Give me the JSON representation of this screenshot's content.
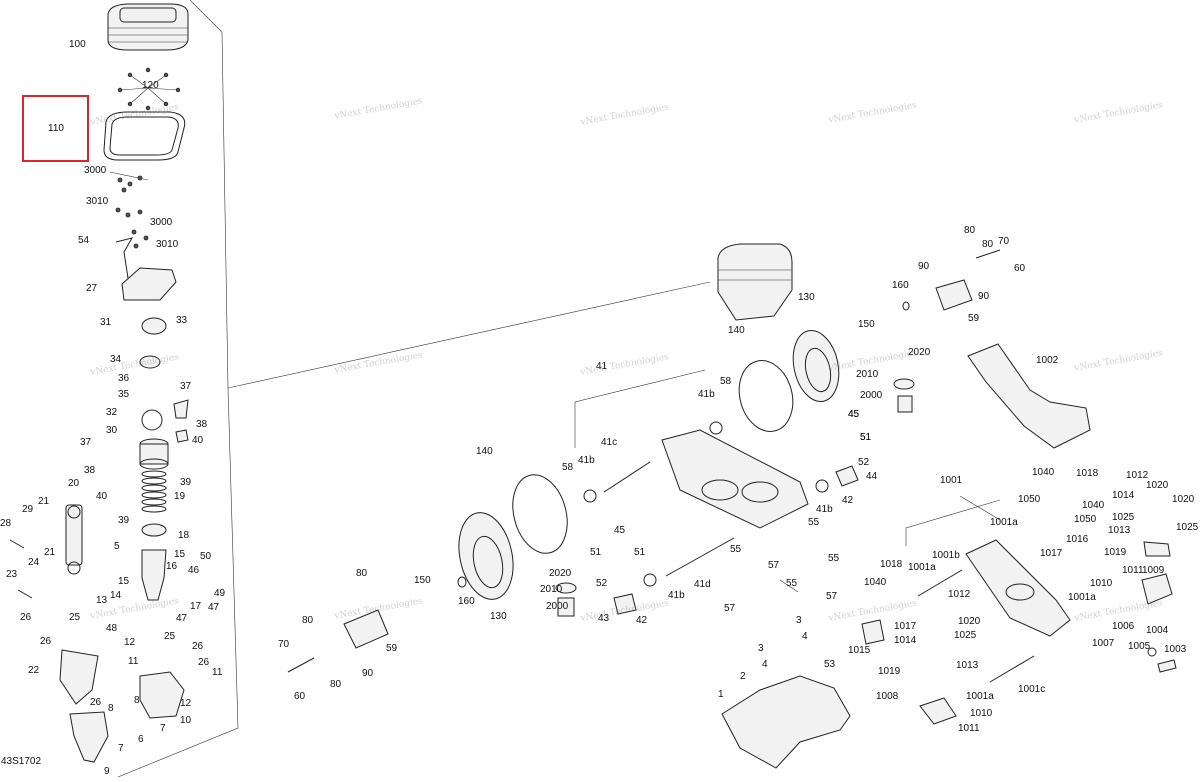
{
  "diagram": {
    "drawing_code": "43S1702",
    "watermark": "vNext Technologies",
    "highlighted_label": "110",
    "labels": [
      "100",
      "120",
      "110",
      "3000",
      "3010",
      "3000",
      "3010",
      "54",
      "27",
      "31",
      "33",
      "34",
      "36",
      "35",
      "37",
      "32",
      "38",
      "40",
      "30",
      "37",
      "39",
      "38",
      "19",
      "40",
      "39",
      "18",
      "20",
      "21",
      "29",
      "28",
      "5",
      "15",
      "24",
      "21",
      "16",
      "50",
      "23",
      "46",
      "14",
      "15",
      "49",
      "13",
      "17",
      "47",
      "25",
      "47",
      "48",
      "26",
      "25",
      "26",
      "12",
      "11",
      "26",
      "26",
      "22",
      "11",
      "12",
      "10",
      "8",
      "7",
      "26",
      "6",
      "7",
      "8",
      "9",
      "150",
      "80",
      "160",
      "130",
      "80",
      "70",
      "59",
      "90",
      "80",
      "60",
      "140",
      "41",
      "58",
      "41b",
      "41b",
      "41c",
      "58",
      "45",
      "51",
      "51",
      "2020",
      "52",
      "2010",
      "43",
      "2000",
      "42",
      "41b",
      "41d",
      "55",
      "57",
      "55",
      "57",
      "45",
      "51",
      "140",
      "130",
      "150",
      "160",
      "2020",
      "2010",
      "2000",
      "80",
      "80",
      "70",
      "90",
      "90",
      "60",
      "59",
      "1002",
      "45",
      "51",
      "52",
      "44",
      "41b",
      "42",
      "55",
      "55",
      "57",
      "3",
      "4",
      "3",
      "4",
      "53",
      "2",
      "1",
      "1001",
      "1001a",
      "1001b",
      "1001a",
      "1018",
      "1040",
      "1017",
      "1012",
      "1020",
      "1014",
      "1025",
      "1013",
      "1015",
      "1019",
      "1008",
      "1010",
      "1011",
      "1001a",
      "1001c",
      "1017",
      "1016",
      "1019",
      "1009",
      "1040",
      "1018",
      "1040",
      "1050",
      "1050",
      "1012",
      "1020",
      "1014",
      "1020",
      "1025",
      "1013",
      "1025",
      "1001a",
      "1011",
      "1010",
      "1004",
      "1007",
      "1006",
      "1005",
      "1003"
    ]
  }
}
